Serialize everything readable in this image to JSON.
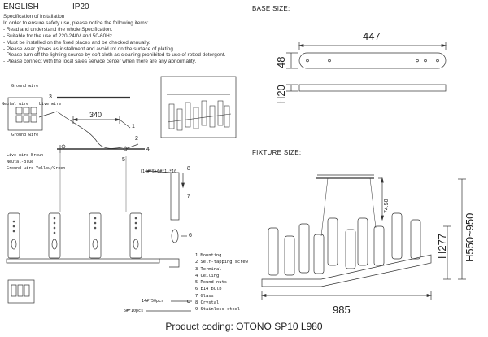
{
  "header": {
    "language": "ENGLISH",
    "ip_rating": "IP20"
  },
  "spec": {
    "title": "Specification of installation",
    "lines": [
      "In order to ensure safety use, please notice the following items:",
      "- Read and understand the whole Specification.",
      "- Suitable for the use of 220-240V and 50-60Hz.",
      "- Must be installed on the fixed places and be checked annually.",
      "- Please wear gloves as installment and avoid rot on the surface of plating.",
      "- Please turn off the lighting source by soft cloth as cleaning prohibited to use of rotted detergent.",
      "- Please connect with the local sales service center when there are any abnormality."
    ]
  },
  "base_size": {
    "title": "BASE SIZE:",
    "width": "447",
    "height": "48",
    "thickness": "H20"
  },
  "fixture_size": {
    "title": "FIXTURE SIZE:",
    "width": "985",
    "height": "H277",
    "drop": "H550~950",
    "cable": "74.50"
  },
  "installation": {
    "dim_340": "340",
    "ground_wire_top": "Ground wire",
    "neutral_wire": "Neutal wire",
    "live_wire": "Live wire",
    "ground_wire_bottom": "Ground wire",
    "legend_live": "Live wire-Brown",
    "legend_neutral": "Neutal-Blue",
    "legend_ground": "Ground wire-Yellow/Green",
    "callout_3": "3",
    "screw_note": "(14#*5+6#*1)*10",
    "small_screw": "14#*50pcs",
    "stainless": "6#*10pcs",
    "num_1": "1",
    "num_2": "2",
    "num_4": "4",
    "num_5": "5",
    "num_6": "6",
    "num_7": "7",
    "num_8": "8"
  },
  "parts": [
    "1 Mounting",
    "2 Self-tapping screw",
    "3 Terminal",
    "4 Ceiling",
    "5 Round nuts",
    "6 E14 bulb",
    "7 Glass",
    "8 Crystal",
    "9 Stainless steel"
  ],
  "product_coding": "Product coding: OTONO SP10 L980"
}
